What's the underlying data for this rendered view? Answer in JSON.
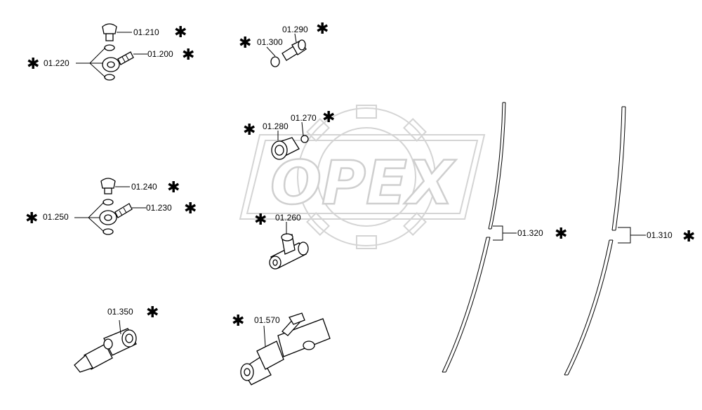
{
  "watermark": {
    "text": "OPEX"
  },
  "asterisk": "✱",
  "labels": {
    "p01210": "01.210",
    "p01200": "01.200",
    "p01220": "01.220",
    "p01290": "01.290",
    "p01300": "01.300",
    "p01270": "01.270",
    "p01280": "01.280",
    "p01240": "01.240",
    "p01230": "01.230",
    "p01250": "01.250",
    "p01260": "01.260",
    "p01320": "01.320",
    "p01310": "01.310",
    "p01350": "01.350",
    "p01570": "01.570"
  }
}
